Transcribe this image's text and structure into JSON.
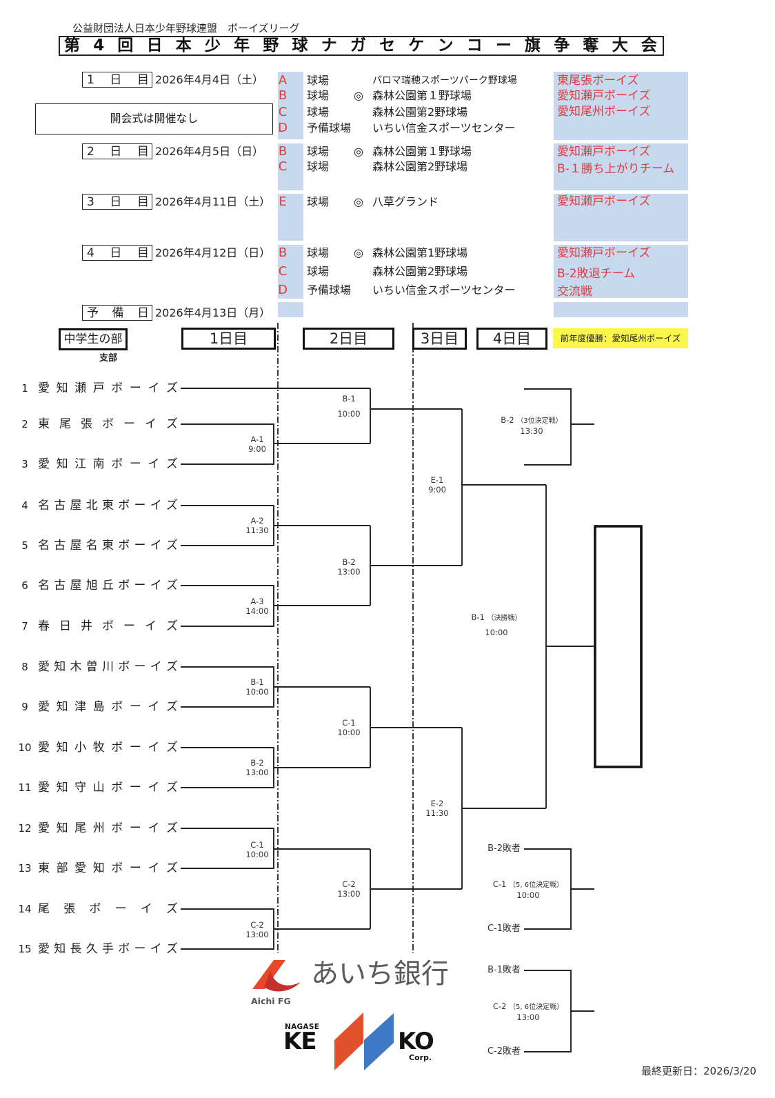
{
  "colors": {
    "venue_red": "#e03c3c",
    "schedule_blue": "#c6d9ee",
    "champion_yellow": "#fbf64a",
    "bracket_line": "#222222"
  },
  "header": {
    "organization": "公益財団法人日本少年野球連盟　ボーイズリーグ",
    "title": "第4回日本少年野球ナガセケンコー旗争奪大会"
  },
  "schedule": {
    "opening_ceremony": "開会式は開催なし",
    "days": [
      {
        "label": "1日目",
        "date": "2026年4月4日（土）",
        "venues": [
          {
            "code": "A",
            "type": "球場",
            "mark": "",
            "name": "パロマ瑞穂スポーツパーク野球場"
          },
          {
            "code": "B",
            "type": "球場",
            "mark": "◎",
            "name": "森林公園第１野球場"
          },
          {
            "code": "C",
            "type": "球場",
            "mark": "",
            "name": "森林公園第2野球場"
          },
          {
            "code": "D",
            "type": "予備球場",
            "mark": "",
            "name": "いちい信金スポーツセンター"
          }
        ],
        "teams": [
          "東尾張ボーイズ",
          "愛知瀬戸ボーイズ",
          "愛知尾州ボーイズ"
        ]
      },
      {
        "label": "2日目",
        "date": "2026年4月5日（日）",
        "venues": [
          {
            "code": "B",
            "type": "球場",
            "mark": "◎",
            "name": "森林公園第１野球場"
          },
          {
            "code": "C",
            "type": "球場",
            "mark": "",
            "name": "森林公園第2野球場"
          }
        ],
        "teams": [
          "愛知瀬戸ボーイズ",
          "B-１勝ち上がりチーム"
        ]
      },
      {
        "label": "3日目",
        "date": "2026年4月11日（土）",
        "venues": [
          {
            "code": "E",
            "type": "球場",
            "mark": "◎",
            "name": "八草グランド"
          }
        ],
        "teams": [
          "愛知瀬戸ボーイズ"
        ]
      },
      {
        "label": "4日目",
        "date": "2026年4月12日（日）",
        "venues": [
          {
            "code": "B",
            "type": "球場",
            "mark": "◎",
            "name": "森林公園第1野球場"
          },
          {
            "code": "C",
            "type": "球場",
            "mark": "",
            "name": "森林公園第2野球場"
          },
          {
            "code": "D",
            "type": "予備球場",
            "mark": "",
            "name": "いちい信金スポーツセンター"
          }
        ],
        "teams": [
          "愛知瀬戸ボーイズ",
          "B-2敗退チーム",
          "交流戦"
        ]
      },
      {
        "label": "予備日",
        "date": "2026年4月13日（月）",
        "venues": [],
        "teams": []
      }
    ]
  },
  "bracket": {
    "division": "中学生の部",
    "branch_label": "支部",
    "round_headers": [
      "1日目",
      "2日目",
      "3日目",
      "4日目"
    ],
    "defending_champion": "前年度優勝：愛知尾州ボーイズ",
    "teams": [
      {
        "no": "1",
        "name": "愛知瀬戸ボーイズ"
      },
      {
        "no": "2",
        "name": "東尾張ボーイズ"
      },
      {
        "no": "3",
        "name": "愛知江南ボーイズ"
      },
      {
        "no": "4",
        "name": "名古屋北東ボーイズ"
      },
      {
        "no": "5",
        "name": "名古屋名東ボーイズ"
      },
      {
        "no": "6",
        "name": "名古屋旭丘ボーイズ"
      },
      {
        "no": "7",
        "name": "春日井ボーイズ"
      },
      {
        "no": "8",
        "name": "愛知木曽川ボーイズ"
      },
      {
        "no": "9",
        "name": "愛知津島ボーイズ"
      },
      {
        "no": "10",
        "name": "愛知小牧ボーイズ"
      },
      {
        "no": "11",
        "name": "愛知守山ボーイズ"
      },
      {
        "no": "12",
        "name": "愛知尾州ボーイズ"
      },
      {
        "no": "13",
        "name": "東部愛知ボーイズ"
      },
      {
        "no": "14",
        "name": "尾張ボーイズ"
      },
      {
        "no": "15",
        "name": "愛知長久手ボーイズ"
      }
    ],
    "round1": [
      {
        "code": "A-1",
        "time": "9:00"
      },
      {
        "code": "A-2",
        "time": "11:30"
      },
      {
        "code": "A-3",
        "time": "14:00"
      },
      {
        "code": "B-1",
        "time": "10:00"
      },
      {
        "code": "B-2",
        "time": "13:00"
      },
      {
        "code": "C-1",
        "time": "10:00"
      },
      {
        "code": "C-2",
        "time": "13:00"
      }
    ],
    "round2": [
      {
        "code": "B-1",
        "time": "10:00"
      },
      {
        "code": "B-2",
        "time": "13:00"
      },
      {
        "code": "C-1",
        "time": "10:00"
      },
      {
        "code": "C-2",
        "time": "13:00"
      }
    ],
    "round3": [
      {
        "code": "E-1",
        "time": "9:00"
      },
      {
        "code": "E-2",
        "time": "11:30"
      }
    ],
    "final": {
      "code": "B-1",
      "note": "（決勝戦）",
      "time": "10:00"
    },
    "third_place": {
      "code": "B-2",
      "note": "（3位決定戦）",
      "time": "13:30"
    },
    "fifth_sixth": [
      {
        "code": "C-1",
        "note": "（5, 6位決定戦）",
        "time": "10:00",
        "entrants": [
          "B-2敗者",
          "C-1敗者"
        ]
      },
      {
        "code": "C-2",
        "note": "（5, 6位決定戦）",
        "time": "13:00",
        "entrants": [
          "B-1敗者",
          "C-2敗者"
        ]
      }
    ]
  },
  "sponsors": {
    "aichi_bank": {
      "name": "あいち銀行",
      "sub": "Aichi FG"
    },
    "nagase_kenko": {
      "top": "NAGASE",
      "left": "KE",
      "right": "KO",
      "sub": "Corp."
    }
  },
  "footer": {
    "last_updated": "最終更新日：2026/3/20"
  }
}
